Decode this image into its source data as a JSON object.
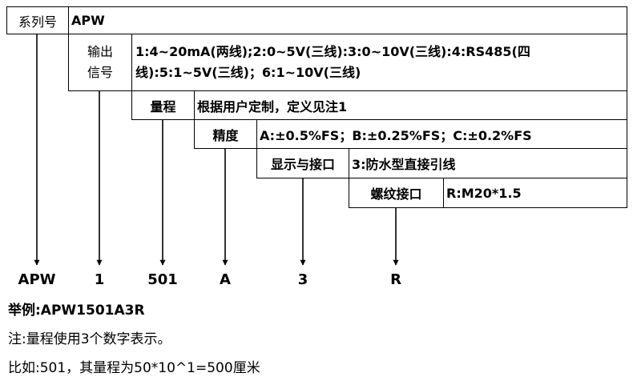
{
  "rows": {
    "series": {
      "label": "系列号",
      "value": "APW"
    },
    "output": {
      "label_line1": "输出",
      "label_line2": "信号",
      "value": "1:4~20mA(两线);2:0~5V(三线):3:0~10V(三线):4:RS485(四线):5:1~5V(三线)；6:1~10V(三线)"
    },
    "range": {
      "label": "量程",
      "value": "根据用户定制，定义见注1"
    },
    "accuracy": {
      "label": "精度",
      "value": "A:±0.5%FS；B:±0.25%FS；C:±0.2%FS"
    },
    "display": {
      "label": "显示与接口",
      "value": "3:防水型直接引线"
    },
    "thread": {
      "label": "螺纹接口",
      "value": "R:M20*1.5"
    }
  },
  "codes": [
    "APW",
    "1",
    "501",
    "A",
    "3",
    "R"
  ],
  "notes": [
    "举例:APW1501A3R",
    "注:量程使用3个数字表示。",
    "比如:501，其量程为50*10^1=500厘米"
  ]
}
